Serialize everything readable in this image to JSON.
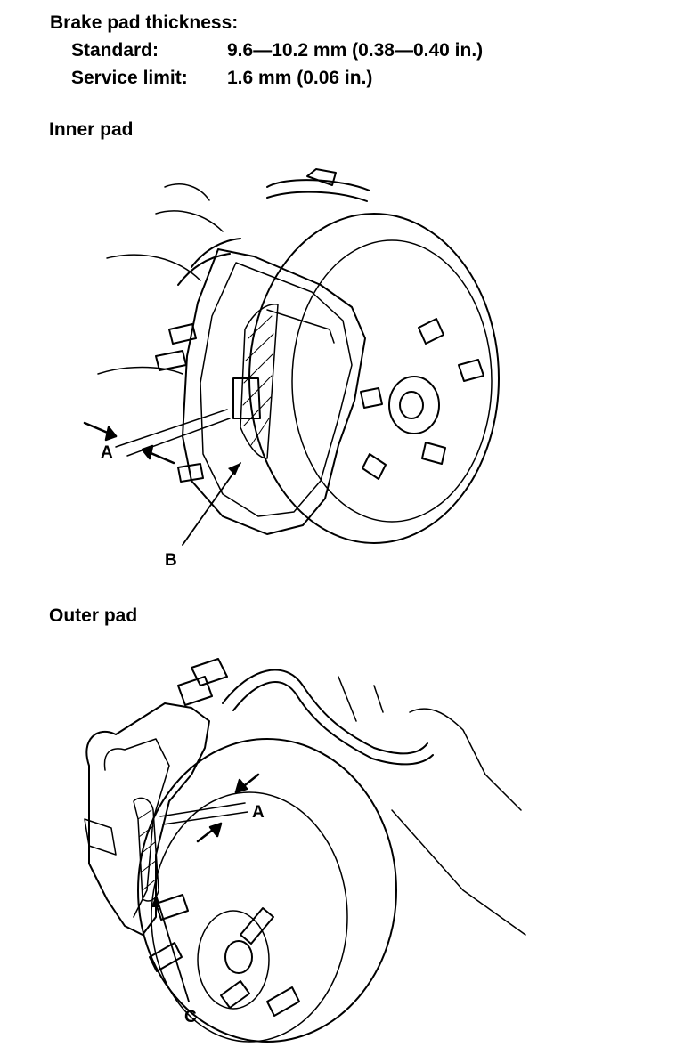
{
  "spec": {
    "title": "Brake pad thickness:",
    "standard_label": "Standard:",
    "standard_value": "9.6—10.2 mm (0.38—0.40 in.)",
    "limit_label": "Service limit:",
    "limit_value": "1.6 mm (0.06 in.)"
  },
  "figures": {
    "inner": {
      "heading": "Inner pad",
      "label_a": "A",
      "label_b": "B"
    },
    "outer": {
      "heading": "Outer pad",
      "label_a": "A",
      "label_c": "C"
    }
  }
}
